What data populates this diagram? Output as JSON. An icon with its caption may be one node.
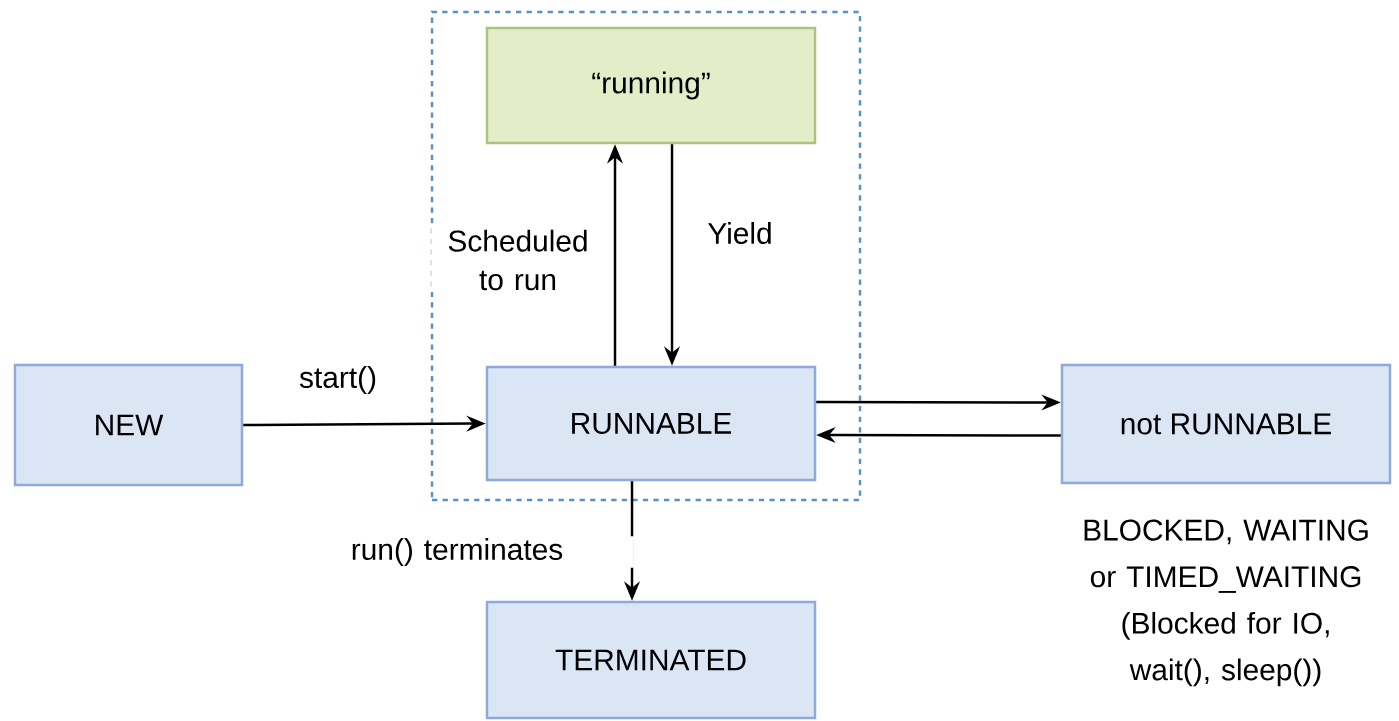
{
  "diagram": {
    "nodes": [
      {
        "text": [],
        "shape": "box"
      },
      {
        "text": [
          "“running”"
        ],
        "in": 0
      },
      {
        "text": [
          "NEW"
        ]
      },
      {
        "text": [
          "RUNNABLE"
        ],
        "in": 0
      },
      {
        "text": [
          "not RUNNABLE"
        ],
        "beside": [
          "BLOCKED, WAITING or TIMED_WAITING (Blocked for IO, wait(), sleep())"
        ]
      },
      {
        "text": [
          "TERMINATED"
        ]
      }
    ],
    "edges": [
      {
        "from": 3,
        "to": 1,
        "arrow": "to",
        "label": "Scheduled to run"
      },
      {
        "from": 1,
        "to": 3,
        "arrow": "to",
        "label": "Yield"
      },
      {
        "from": 2,
        "to": 3,
        "arrow": "to",
        "label": "start()"
      },
      {
        "from": 3,
        "to": 4,
        "arrow": "to"
      },
      {
        "from": 4,
        "to": 3,
        "arrow": "to"
      },
      {
        "from": 3,
        "to": 5,
        "arrow": "to",
        "label": "run() terminates"
      }
    ]
  }
}
